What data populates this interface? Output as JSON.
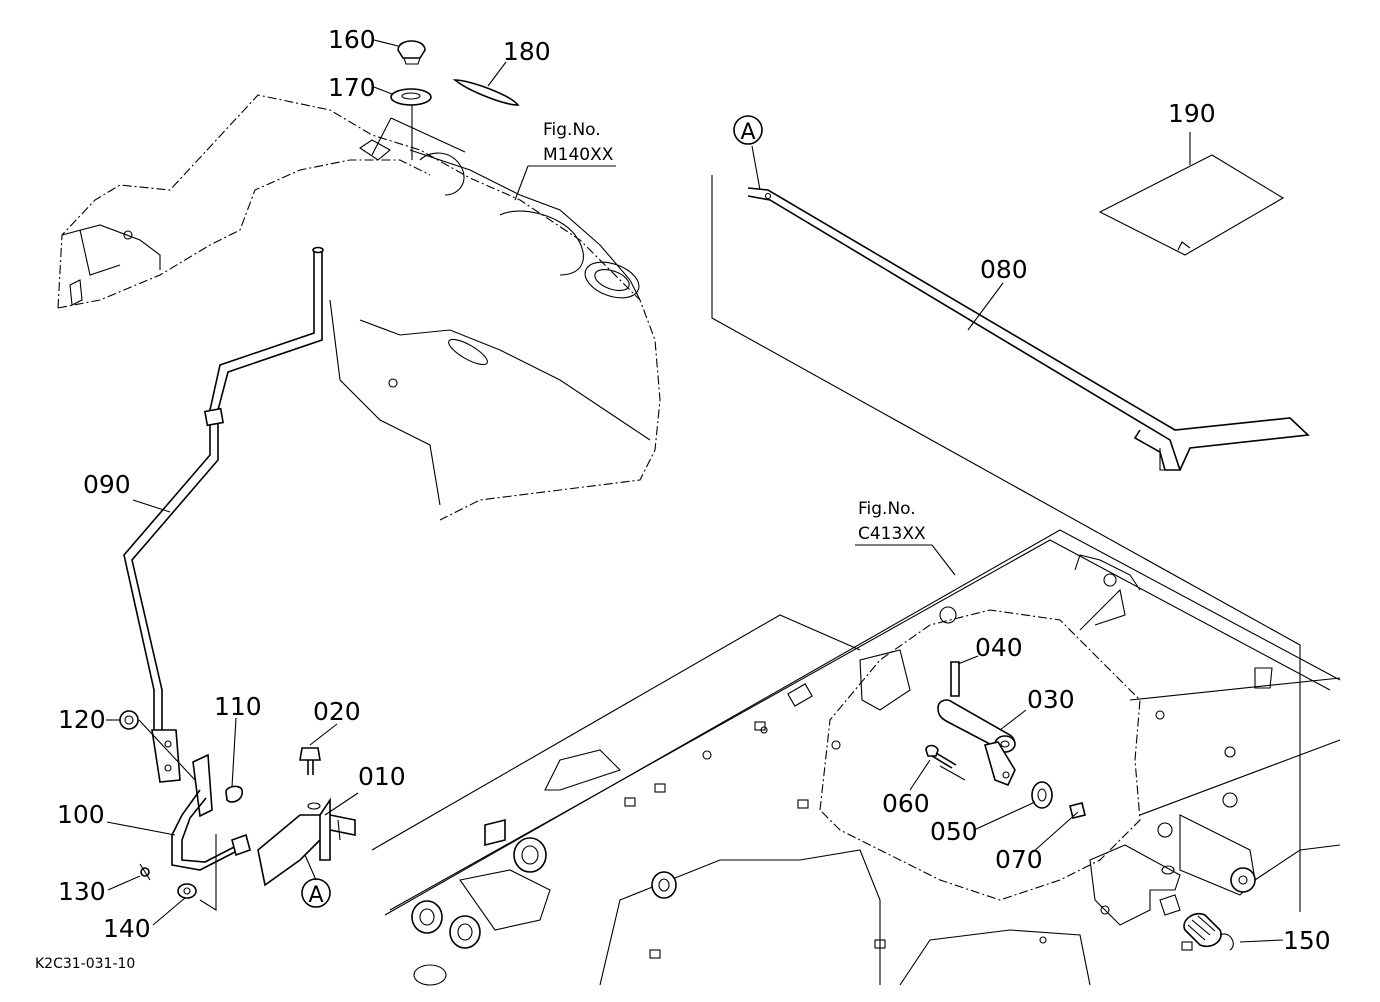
{
  "diagram_code": "K2C31-031-10",
  "references": [
    {
      "id": "fig-m140",
      "line1": "Fig.No.",
      "line2": "M140XX"
    },
    {
      "id": "fig-c413",
      "line1": "Fig.No.",
      "line2": "C413XX"
    }
  ],
  "circle_markers": [
    "A",
    "A"
  ],
  "parts": [
    {
      "id": "p010",
      "label": "010"
    },
    {
      "id": "p020",
      "label": "020"
    },
    {
      "id": "p030",
      "label": "030"
    },
    {
      "id": "p040",
      "label": "040"
    },
    {
      "id": "p050",
      "label": "050"
    },
    {
      "id": "p060",
      "label": "060"
    },
    {
      "id": "p070",
      "label": "070"
    },
    {
      "id": "p080",
      "label": "080"
    },
    {
      "id": "p090",
      "label": "090"
    },
    {
      "id": "p100",
      "label": "100"
    },
    {
      "id": "p110",
      "label": "110"
    },
    {
      "id": "p120",
      "label": "120"
    },
    {
      "id": "p130",
      "label": "130"
    },
    {
      "id": "p140",
      "label": "140"
    },
    {
      "id": "p150",
      "label": "150"
    },
    {
      "id": "p160",
      "label": "160"
    },
    {
      "id": "p170",
      "label": "170"
    },
    {
      "id": "p180",
      "label": "180"
    },
    {
      "id": "p190",
      "label": "190"
    }
  ]
}
